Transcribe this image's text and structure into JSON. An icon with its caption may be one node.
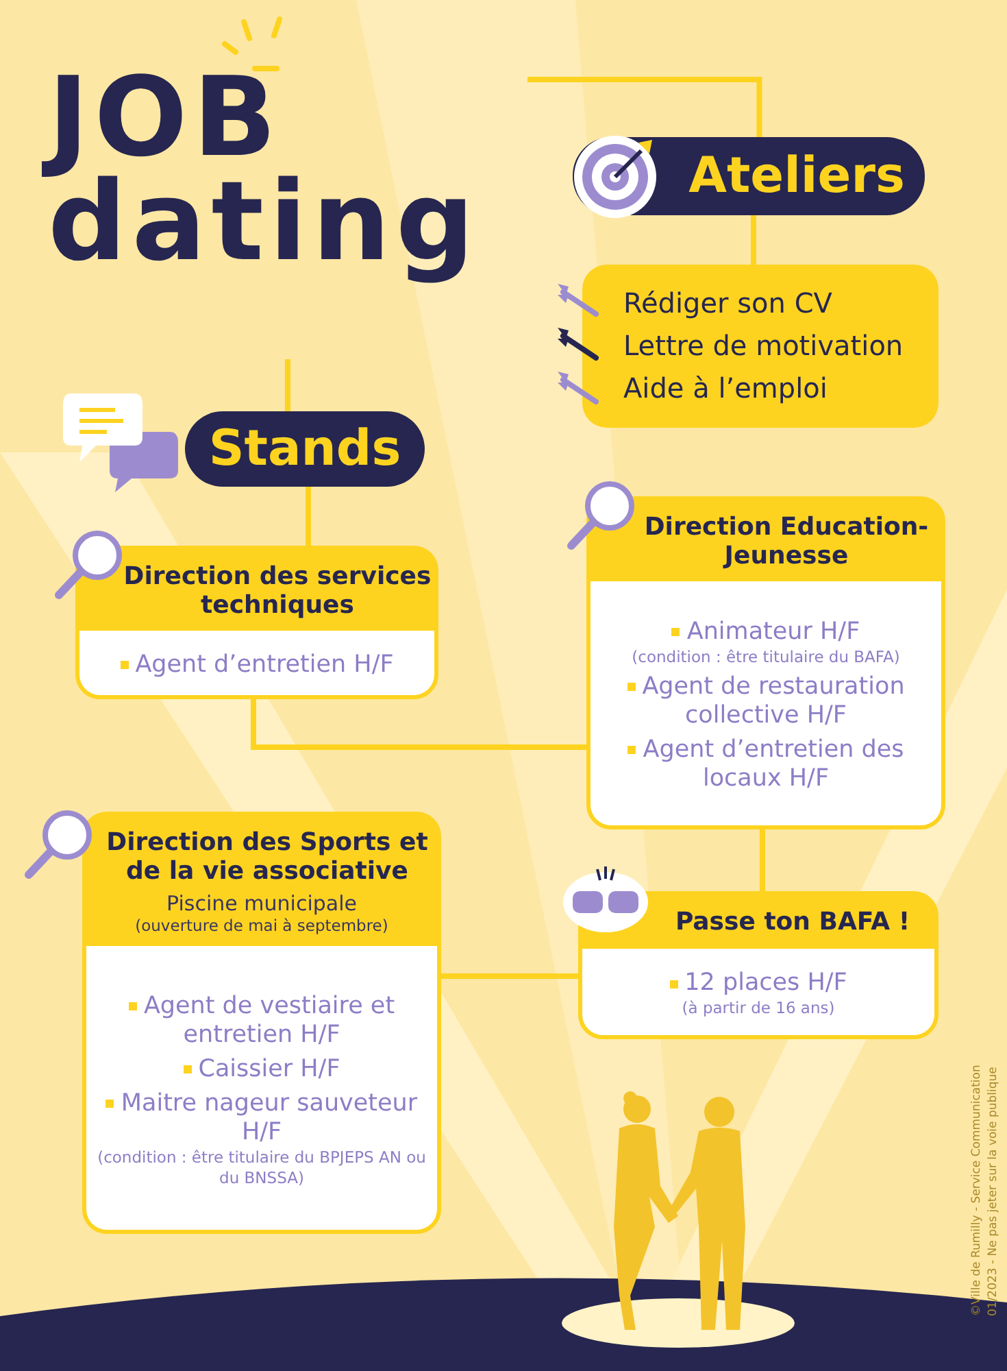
{
  "diagram": {
    "title": "JOB dating",
    "nodes": [
      {
        "text": [
          "Ateliers"
        ]
      },
      {
        "text": [
          "Rédiger son CV",
          "Lettre de motivation",
          "Aide à l’emploi"
        ]
      },
      {
        "text": [
          "Stands"
        ]
      },
      {
        "text": [
          "Direction des services techniques",
          "Agent d’entretien H/F"
        ]
      },
      {
        "text": [
          "Direction Education-Jeunesse",
          "Animateur H/F",
          "(condition : être titulaire du BAFA)",
          "Agent de restauration collective H/F",
          "Agent d’entretien des locaux H/F"
        ]
      },
      {
        "text": [
          "Direction des Sports et de la vie associative",
          "Piscine municipale",
          "(ouverture de mai à septembre)",
          "Agent de vestiaire et entretien H/F",
          "Caissier H/F",
          "Maitre nageur sauveteur H/F",
          "(condition : être titulaire du BPJEPS AN ou du BNSSA)"
        ]
      },
      {
        "text": [
          "Passe ton BAFA !",
          "12 places H/F",
          "(à partir de 16 ans)"
        ]
      }
    ],
    "edges": [
      {
        "from": null,
        "to": 0,
        "arrow": "none"
      },
      {
        "from": 0,
        "to": 1,
        "arrow": "none"
      },
      {
        "from": null,
        "to": 2,
        "arrow": "none"
      },
      {
        "from": 2,
        "to": 3,
        "arrow": "none"
      },
      {
        "from": 3,
        "to": 4,
        "arrow": "none"
      },
      {
        "from": 4,
        "to": 6,
        "arrow": "none"
      },
      {
        "from": 6,
        "to": 5,
        "arrow": "none"
      }
    ],
    "labels": [
      "©Ville de Rumilly - Service Communication",
      "01/2023 - Ne pas jeter sur la voie publique"
    ]
  }
}
